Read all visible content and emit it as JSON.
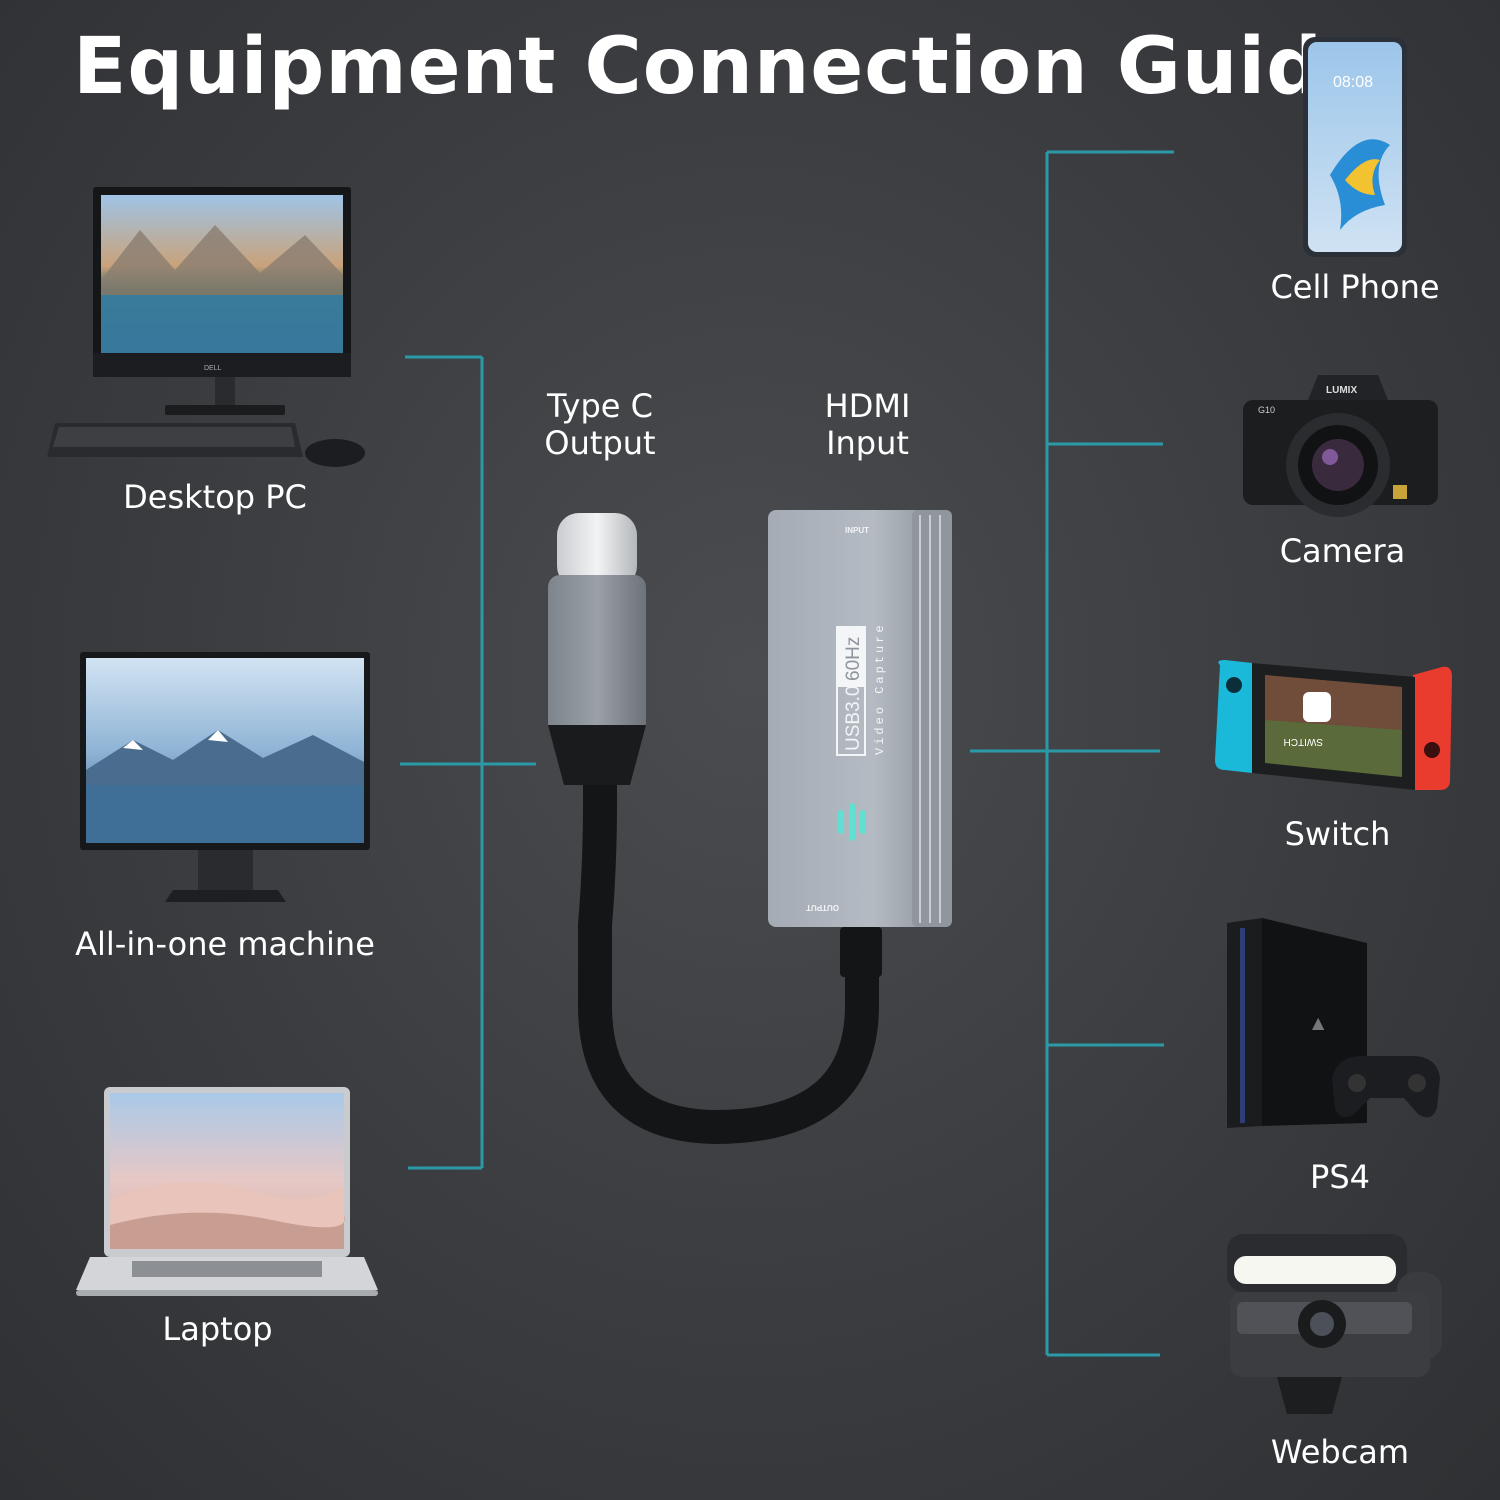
{
  "header": {
    "title": "Equipment Connection Guide"
  },
  "connectors": {
    "type_c": "Type C\nOutput",
    "hdmi": "HDMI\nInput"
  },
  "adapter": {
    "input_marking": "INPUT",
    "output_marking": "OUTPUT",
    "usb_label": "USB3.0",
    "hz_label": "60Hz",
    "product_label": "Video Capture"
  },
  "left_devices": [
    {
      "label": "Desktop PC",
      "icon": "desktop-pc-icon"
    },
    {
      "label": "All-in-one machine",
      "icon": "monitor-icon"
    },
    {
      "label": "Laptop",
      "icon": "laptop-icon"
    }
  ],
  "right_devices": [
    {
      "label": "Cell Phone",
      "icon": "cell-phone-icon"
    },
    {
      "label": "Camera",
      "icon": "camera-icon"
    },
    {
      "label": "Switch",
      "icon": "game-console-icon"
    },
    {
      "label": "PS4",
      "icon": "ps4-icon"
    },
    {
      "label": "Webcam",
      "icon": "webcam-icon"
    }
  ],
  "device_text": {
    "desktop_brand": "DELL",
    "phone_time": "08:08",
    "camera_brand": "LUMIX",
    "camera_model": "G10",
    "switch_text": "SWITCH"
  },
  "colors": {
    "accent_line": "#2a9aa6",
    "background": "#3a3c40",
    "text": "#ffffff"
  }
}
